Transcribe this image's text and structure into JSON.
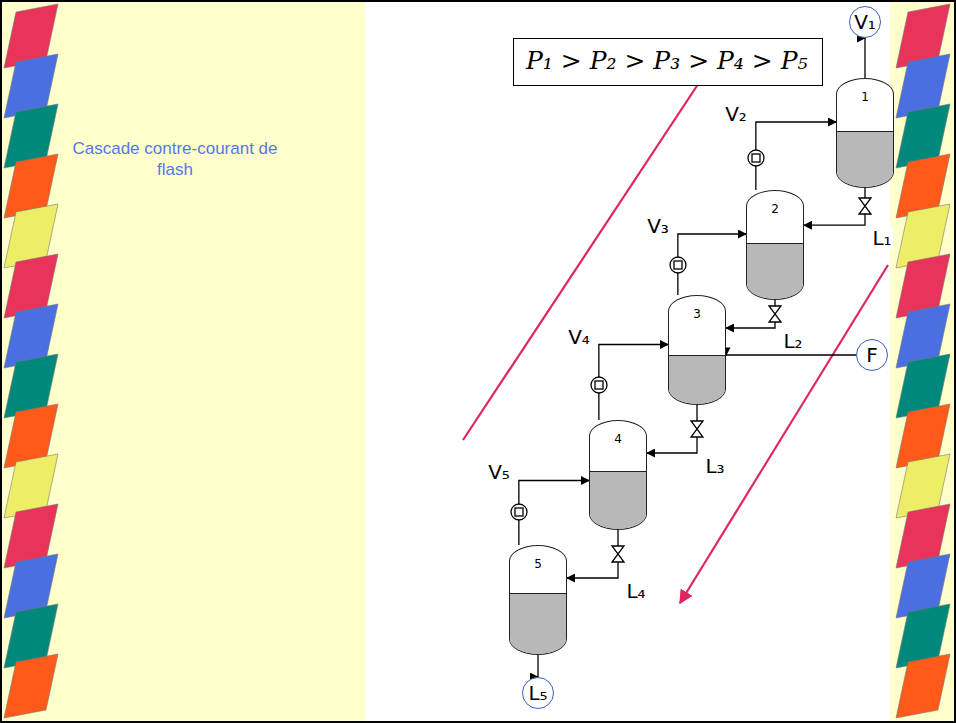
{
  "diagram": {
    "title": "Cascade contre-courant de flash",
    "nodes": [
      {
        "text": [
          "P₁ > P₂ > P₃ > P₄ > P₅"
        ]
      },
      {
        "text": [
          "V₁"
        ]
      },
      {
        "text": [
          "1"
        ]
      },
      {
        "text": [
          "2"
        ]
      },
      {
        "text": [
          "3"
        ]
      },
      {
        "text": [
          "F"
        ]
      },
      {
        "text": [
          "4"
        ]
      },
      {
        "text": [
          "5"
        ]
      },
      {
        "text": [
          "L₅"
        ]
      }
    ],
    "edges": [
      {
        "from": 2,
        "to": 1,
        "arrow": "to"
      },
      {
        "from": 3,
        "to": 2,
        "arrow": "to",
        "label": "V₂"
      },
      {
        "from": 2,
        "to": 3,
        "arrow": "to",
        "label": "L₁"
      },
      {
        "from": 4,
        "to": 3,
        "arrow": "to",
        "label": "V₃"
      },
      {
        "from": 3,
        "to": 4,
        "arrow": "to",
        "label": "L₂"
      },
      {
        "from": 5,
        "to": 4,
        "arrow": "to"
      },
      {
        "from": 6,
        "to": 4,
        "arrow": "to",
        "label": "V₄"
      },
      {
        "from": 4,
        "to": 6,
        "arrow": "to",
        "label": "L₃"
      },
      {
        "from": 7,
        "to": 6,
        "arrow": "to",
        "label": "V₅"
      },
      {
        "from": 6,
        "to": 7,
        "arrow": "to",
        "label": "L₄"
      },
      {
        "from": 7,
        "to": 8,
        "arrow": "to"
      }
    ]
  }
}
